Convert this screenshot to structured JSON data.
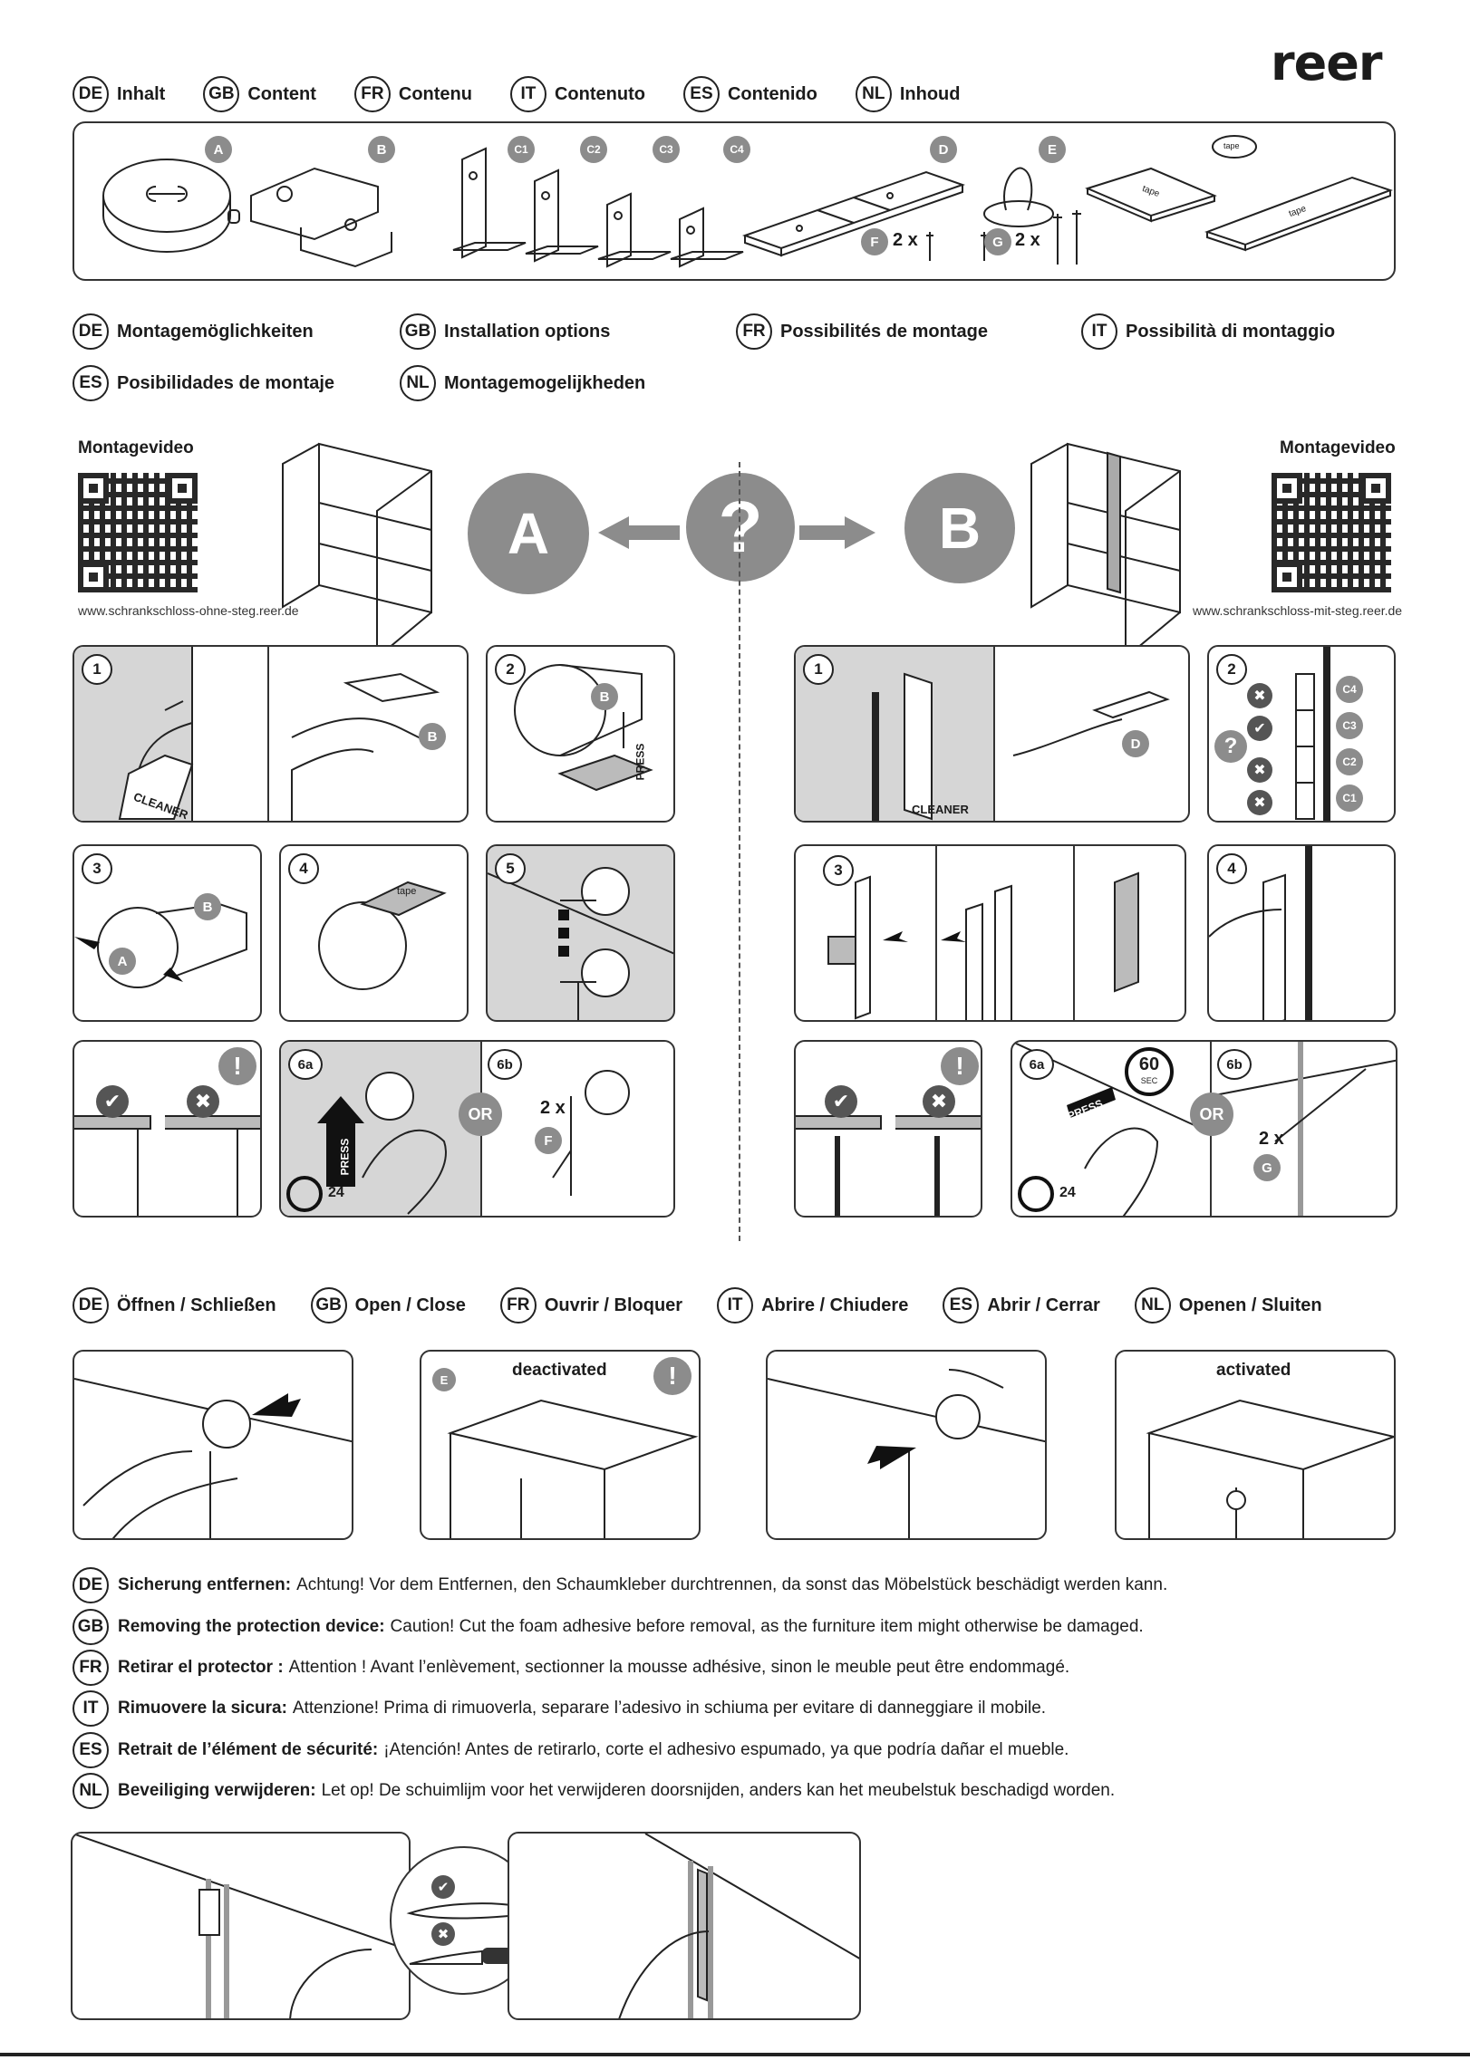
{
  "brand": "reer",
  "content_heading": [
    {
      "code": "DE",
      "label": "Inhalt"
    },
    {
      "code": "GB",
      "label": "Content"
    },
    {
      "code": "FR",
      "label": "Contenu"
    },
    {
      "code": "IT",
      "label": "Contenuto"
    },
    {
      "code": "ES",
      "label": "Contenido"
    },
    {
      "code": "NL",
      "label": "Inhoud"
    }
  ],
  "parts": {
    "A": "A",
    "B": "B",
    "C1": "C1",
    "C2": "C2",
    "C3": "C3",
    "C4": "C4",
    "D": "D",
    "E": "E",
    "F": "F",
    "G": "G",
    "f_qty": "2 x",
    "g_qty": "2 x",
    "tape": "tape"
  },
  "install_heading": [
    {
      "code": "DE",
      "label": "Montagemöglichkeiten"
    },
    {
      "code": "GB",
      "label": "Installation options"
    },
    {
      "code": "FR",
      "label": "Possibilités de montage"
    },
    {
      "code": "IT",
      "label": "Possibilità di montaggio"
    },
    {
      "code": "ES",
      "label": "Posibilidades de montaje"
    },
    {
      "code": "NL",
      "label": "Montagemogelijkheden"
    }
  ],
  "video": {
    "left_label": "Montagevideo",
    "left_url": "www.schrankschloss-ohne-steg.reer.de",
    "right_label": "Montagevideo",
    "right_url": "www.schrankschloss-mit-steg.reer.de"
  },
  "choice": {
    "a": "A",
    "q": "?",
    "b": "B"
  },
  "steps_a": {
    "s1": "1",
    "s2": "2",
    "s3": "3",
    "s4": "4",
    "s5": "5",
    "s6a": "6a",
    "s6b": "6b",
    "or": "OR",
    "qty": "2 x",
    "cleaner": "CLEANER",
    "press": "PRESS",
    "hours": "24"
  },
  "steps_b": {
    "s1": "1",
    "s2": "2",
    "s3": "3",
    "s4": "4",
    "s6a": "6a",
    "s6b": "6b",
    "or": "OR",
    "qty": "2 x",
    "cleaner": "CLEANER",
    "press": "PRESS",
    "sec": "60",
    "sec_unit": "SEC",
    "hours": "24"
  },
  "open_heading": [
    {
      "code": "DE",
      "label": "Öffnen / Schließen"
    },
    {
      "code": "GB",
      "label": "Open / Close"
    },
    {
      "code": "FR",
      "label": "Ouvrir / Bloquer"
    },
    {
      "code": "IT",
      "label": "Abrire / Chiudere"
    },
    {
      "code": "ES",
      "label": "Abrir / Cerrar"
    },
    {
      "code": "NL",
      "label": "Openen / Sluiten"
    }
  ],
  "states": {
    "deactivated": "deactivated",
    "activated": "activated"
  },
  "removal": [
    {
      "code": "DE",
      "title": "Sicherung entfernen:",
      "text": "Achtung! Vor dem Entfernen, den Schaumkleber durchtrennen, da sonst das Möbelstück beschädigt werden kann."
    },
    {
      "code": "GB",
      "title": "Removing the protection device:",
      "text": "Caution! Cut the foam adhesive before removal, as the furniture item might otherwise be damaged."
    },
    {
      "code": "FR",
      "title": "Retirar el protector :",
      "text": "Attention ! Avant l’enlèvement, sectionner la mousse adhésive, sinon le meuble peut être endommagé."
    },
    {
      "code": "IT",
      "title": "Rimuovere la sicura:",
      "text": "Attenzione! Prima di rimuoverla, separare l’adesivo in schiuma per evitare di danneggiare il mobile."
    },
    {
      "code": "ES",
      "title": "Retrait de l’élément de sécurité:",
      "text": "¡Atención! Antes de retirarlo, corte el adhesivo espumado, ya que podría dañar el mueble."
    },
    {
      "code": "NL",
      "title": "Beveiliging verwijderen:",
      "text": "Let op! De schuimlijm voor het verwijderen doorsnijden, anders kan het meubelstuk beschadigd worden."
    }
  ],
  "colors": {
    "badge": "#8c8c8c",
    "panel_fill": "#d6d6d6",
    "ink": "#1c1c1c"
  }
}
